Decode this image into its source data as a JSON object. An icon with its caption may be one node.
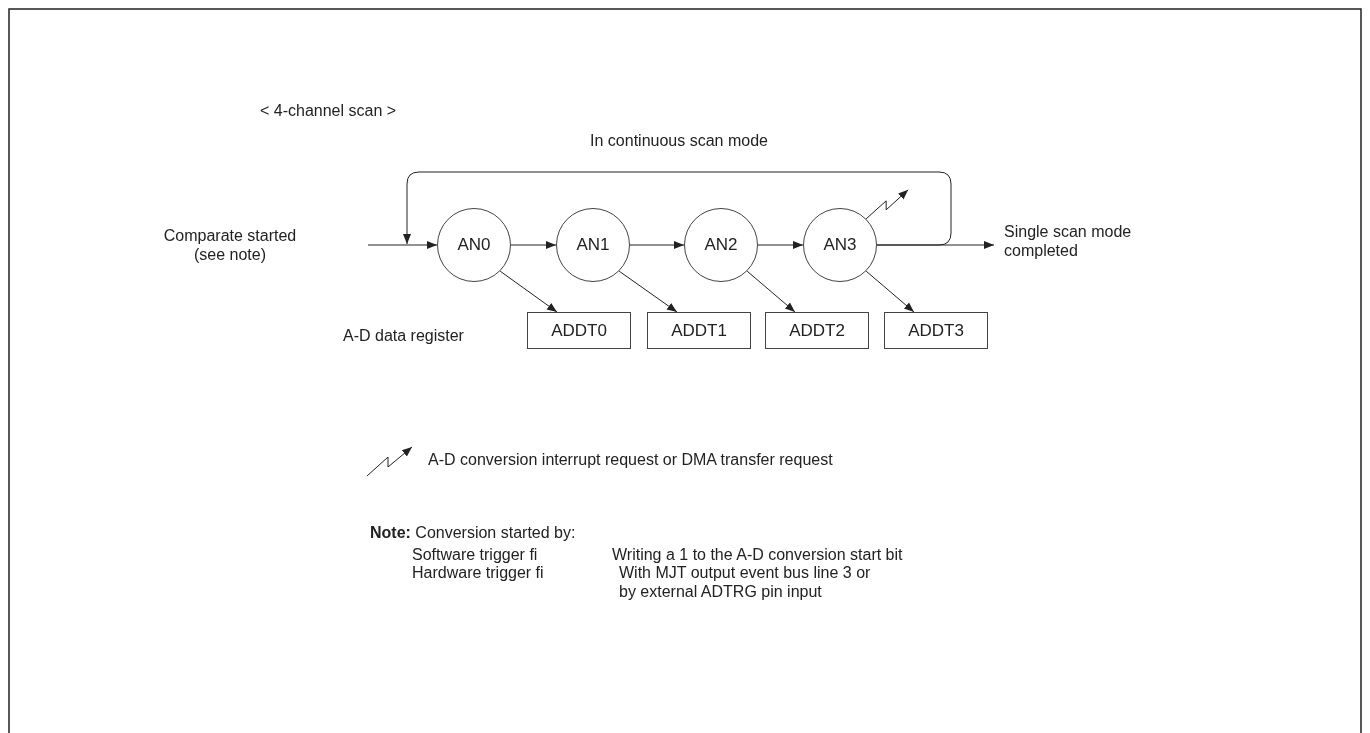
{
  "diagram": {
    "nodes": [
      {
        "text": [
          "Comparate started (see note)"
        ]
      },
      {
        "text": [
          "AN0"
        ]
      },
      {
        "text": [
          "AN1"
        ]
      },
      {
        "text": [
          "AN2"
        ]
      },
      {
        "text": [
          "AN3"
        ]
      },
      {
        "text": [
          "ADDT0"
        ]
      },
      {
        "text": [
          "ADDT1"
        ]
      },
      {
        "text": [
          "ADDT2"
        ]
      },
      {
        "text": [
          "ADDT3"
        ]
      },
      {
        "text": [
          "Single scan mode completed"
        ]
      }
    ],
    "edges": [
      {
        "from": 0,
        "to": 1,
        "arrow": "to"
      },
      {
        "from": 1,
        "to": 2,
        "arrow": "to"
      },
      {
        "from": 2,
        "to": 3,
        "arrow": "to"
      },
      {
        "from": 3,
        "to": 4,
        "arrow": "to"
      },
      {
        "from": 4,
        "to": 9,
        "arrow": "to"
      },
      {
        "from": 4,
        "to": 1,
        "arrow": "to",
        "label": "In continuous scan mode"
      },
      {
        "from": 1,
        "to": 5,
        "arrow": "to"
      },
      {
        "from": 2,
        "to": 6,
        "arrow": "to"
      },
      {
        "from": 3,
        "to": 7,
        "arrow": "to"
      },
      {
        "from": 4,
        "to": 8,
        "arrow": "to"
      },
      {
        "from": 4,
        "to": null,
        "arrow": "to"
      }
    ],
    "labels": [
      "< 4-channel scan >",
      "A-D data register",
      "**Note:** Conversion started by:",
      "Software trigger fi",
      "Writing a 1 to the A-D conversion start bit",
      "Hardware trigger fi",
      "With MJT output event bus line 3 or by external ADTRG pin input"
    ],
    "legend": [
      {
        "text": "A-D conversion interrupt request or DMA transfer request"
      }
    ]
  }
}
